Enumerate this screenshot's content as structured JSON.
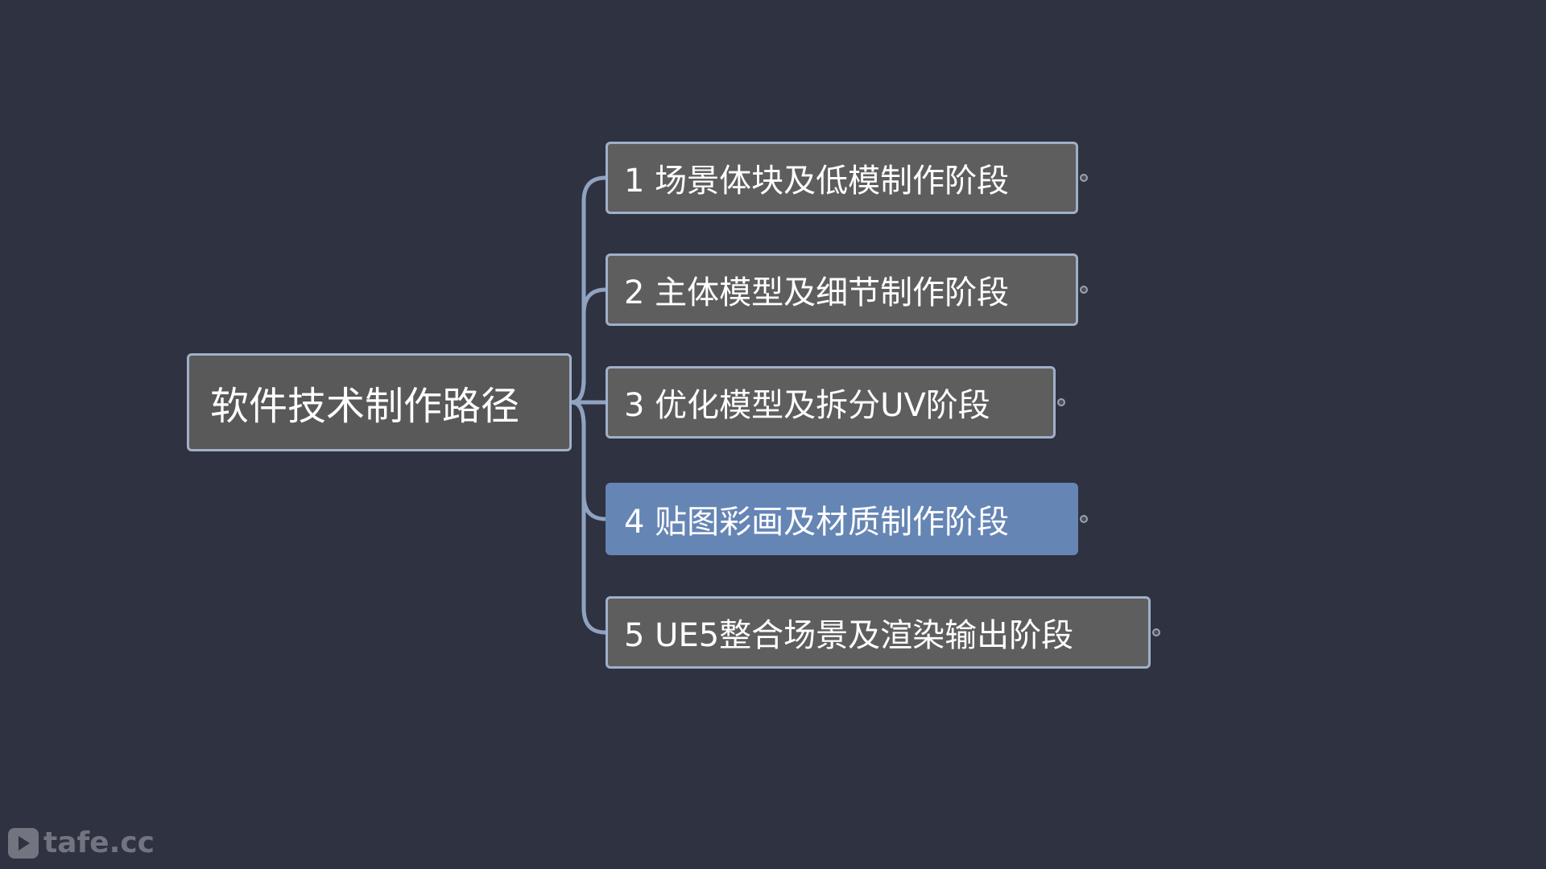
{
  "mindmap": {
    "root": {
      "label": "软件技术制作路径"
    },
    "branches": [
      {
        "label": "1 场景体块及低模制作阶段",
        "selected": false
      },
      {
        "label": "2 主体模型及细节制作阶段",
        "selected": false
      },
      {
        "label": "3 优化模型及拆分UV阶段",
        "selected": false
      },
      {
        "label": "4 贴图彩画及材质制作阶段",
        "selected": true
      },
      {
        "label": "5 UE5整合场景及渲染输出阶段",
        "selected": false
      }
    ]
  },
  "watermark": {
    "text": "tafe.cc",
    "icon": "play-logo-icon"
  },
  "colors": {
    "background": "#2f3240",
    "node_fill": "#5e5e5e",
    "node_border": "#9fb0c8",
    "selected_fill": "#6585b5",
    "connector": "#8fa3c0"
  }
}
